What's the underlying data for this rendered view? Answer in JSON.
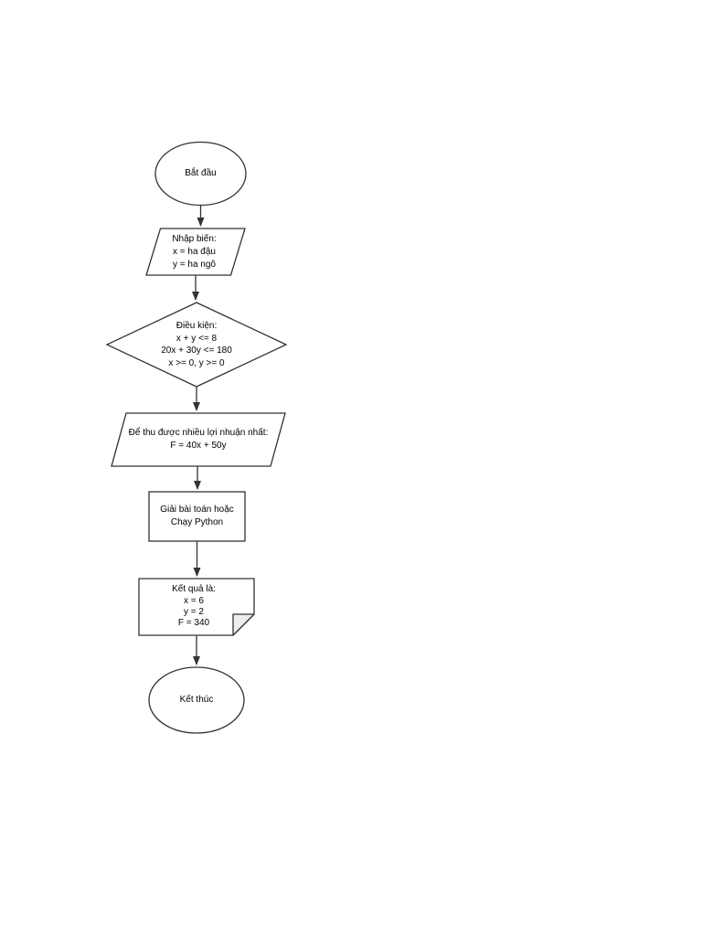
{
  "page": {
    "background_color": "#ffffff"
  },
  "flowchart": {
    "stroke_color": "#333333",
    "shape_fill_color": "#ffffff",
    "document_fold_color": "#eeeeee",
    "text_color": "#000000",
    "nodes": {
      "start": {
        "shape": "ellipse",
        "label": "Bắt đầu"
      },
      "input": {
        "shape": "parallelogram",
        "lines": [
          "Nhập biến:",
          "x = ha đậu",
          "y = ha ngô"
        ]
      },
      "condition": {
        "shape": "diamond",
        "lines": [
          "Điều kiện:",
          "x + y <= 8",
          "20x + 30y <= 180",
          "x >= 0, y >= 0"
        ]
      },
      "objective": {
        "shape": "parallelogram",
        "lines": [
          "Để thu được nhiều lợi nhuận nhất:",
          "F = 40x + 50y"
        ]
      },
      "process": {
        "shape": "rectangle",
        "lines": [
          "Giải bài toán hoặc",
          "Chạy Python"
        ]
      },
      "result": {
        "shape": "document",
        "lines": [
          "Kết quả là:",
          "x = 6",
          "y = 2",
          "F = 340"
        ]
      },
      "end": {
        "shape": "ellipse",
        "label": "Kết thúc"
      }
    }
  }
}
